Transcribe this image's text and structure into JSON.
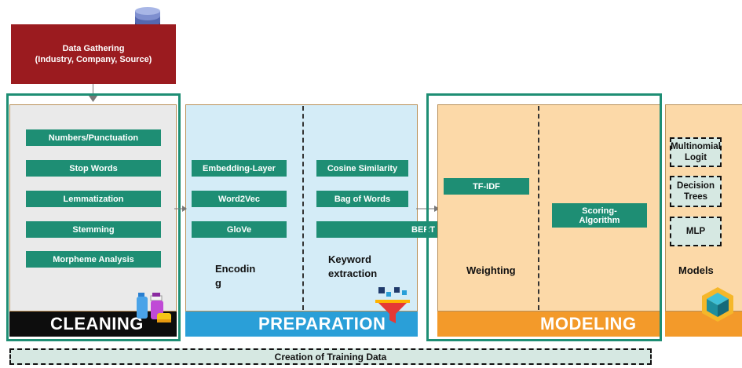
{
  "top": {
    "data_gathering": "Data Gathering\n(Industry, Company, Source)"
  },
  "cleaning": {
    "items": [
      "Numbers/Punctuation",
      "Stop Words",
      "Lemmatization",
      "Stemming",
      "Morpheme Analysis"
    ],
    "label": "CLEANING"
  },
  "preparation": {
    "encoding_items": [
      "Embedding-Layer",
      "Word2Vec",
      "GloVe"
    ],
    "keyword_items": [
      "Cosine Similarity",
      "Bag of Words"
    ],
    "bert": "BERT",
    "encoding_caption": "Encodin\ng",
    "keyword_caption": "Keyword\nextraction",
    "label": "PREPARATION"
  },
  "modeling": {
    "tfidf": "TF-IDF",
    "scoring": "Scoring-\nAlgorithm",
    "weighting_caption": "Weighting",
    "label": "MODELING"
  },
  "models": {
    "items": [
      "Multinomial\nLogit",
      "Decision\nTrees",
      "MLP"
    ],
    "caption": "Models"
  },
  "footer": {
    "training": "Creation of Training Data"
  },
  "colors": {
    "data_gathering": "#9b1b1f",
    "teal": "#1e8e74",
    "cleaning_bg": "#eaeaea",
    "preparation_bg": "#d4ecf7",
    "preparation_bar": "#2a9fd8",
    "modeling_bg": "#fcd9a8",
    "modeling_bar": "#f39a2a",
    "cleaning_bar": "#0d0d0d"
  }
}
